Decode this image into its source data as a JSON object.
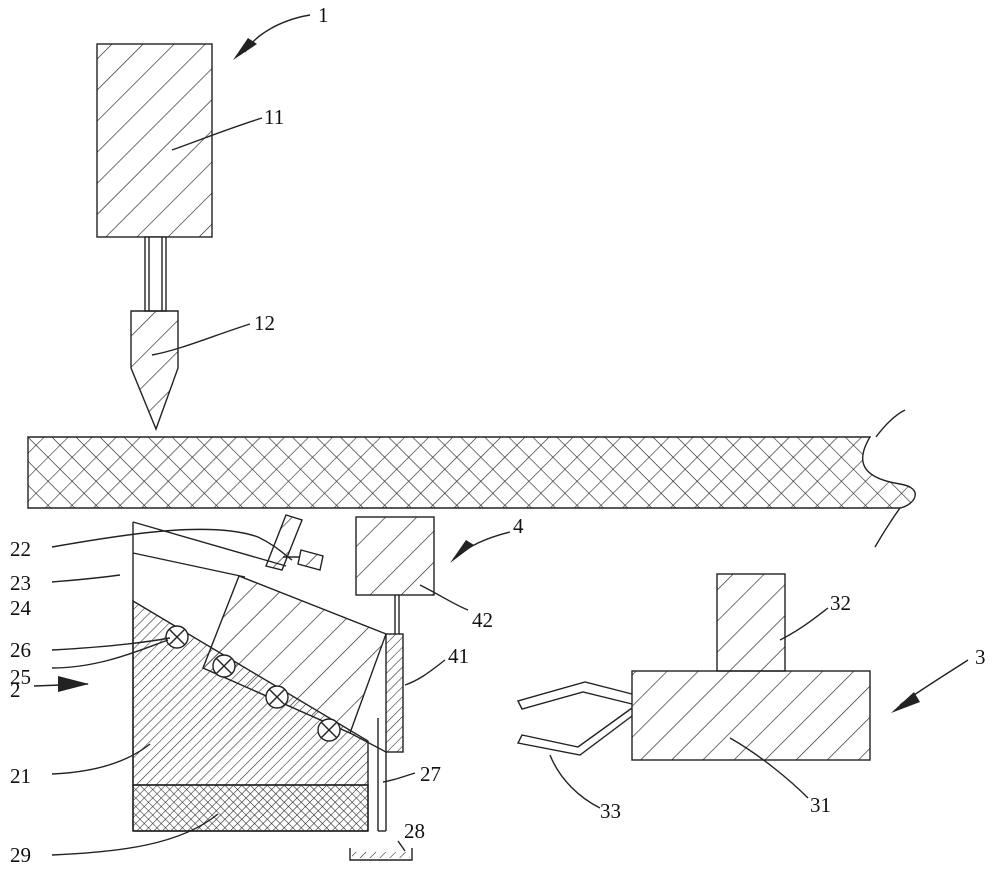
{
  "labels": {
    "l1": "1",
    "l11": "11",
    "l12": "12",
    "l2": "2",
    "l21": "21",
    "l22": "22",
    "l23": "23",
    "l24": "24",
    "l25": "25",
    "l26": "26",
    "l27": "27",
    "l28": "28",
    "l29": "29",
    "l3": "3",
    "l31": "31",
    "l32": "32",
    "l33": "33",
    "l4": "4",
    "l41": "41",
    "l42": "42"
  },
  "colors": {
    "line": "#222222",
    "background": "#ffffff"
  }
}
